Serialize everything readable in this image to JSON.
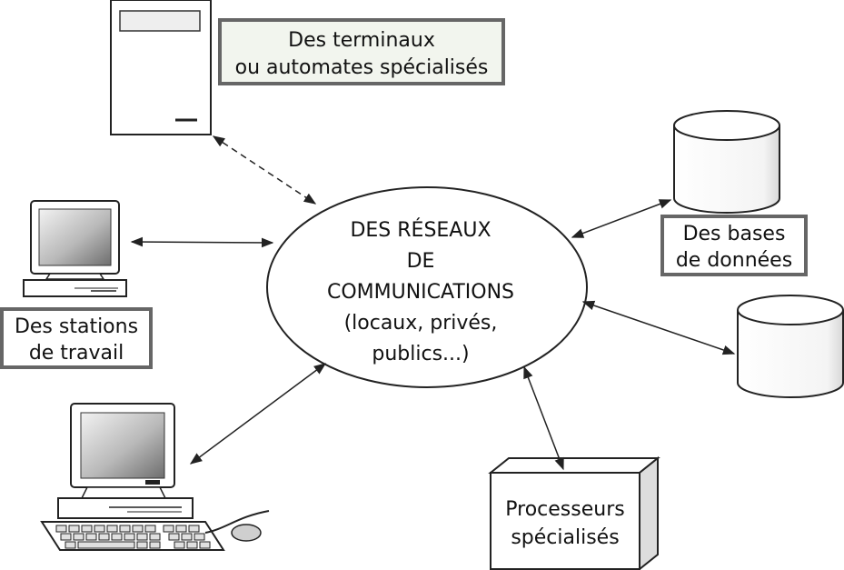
{
  "center": {
    "line1": "DES RÉSEAUX",
    "line2": "DE",
    "line3": "COMMUNICATIONS",
    "line4": "(locaux, privés,",
    "line5": "publics...)"
  },
  "terminals": {
    "line1": "Des terminaux",
    "line2": "ou automates spécialisés"
  },
  "databases": {
    "line1": "Des bases",
    "line2": "de données"
  },
  "workstations": {
    "line1": "Des stations",
    "line2": "de travail"
  },
  "processors": {
    "line1": "Processeurs",
    "line2": "spécialisés"
  }
}
